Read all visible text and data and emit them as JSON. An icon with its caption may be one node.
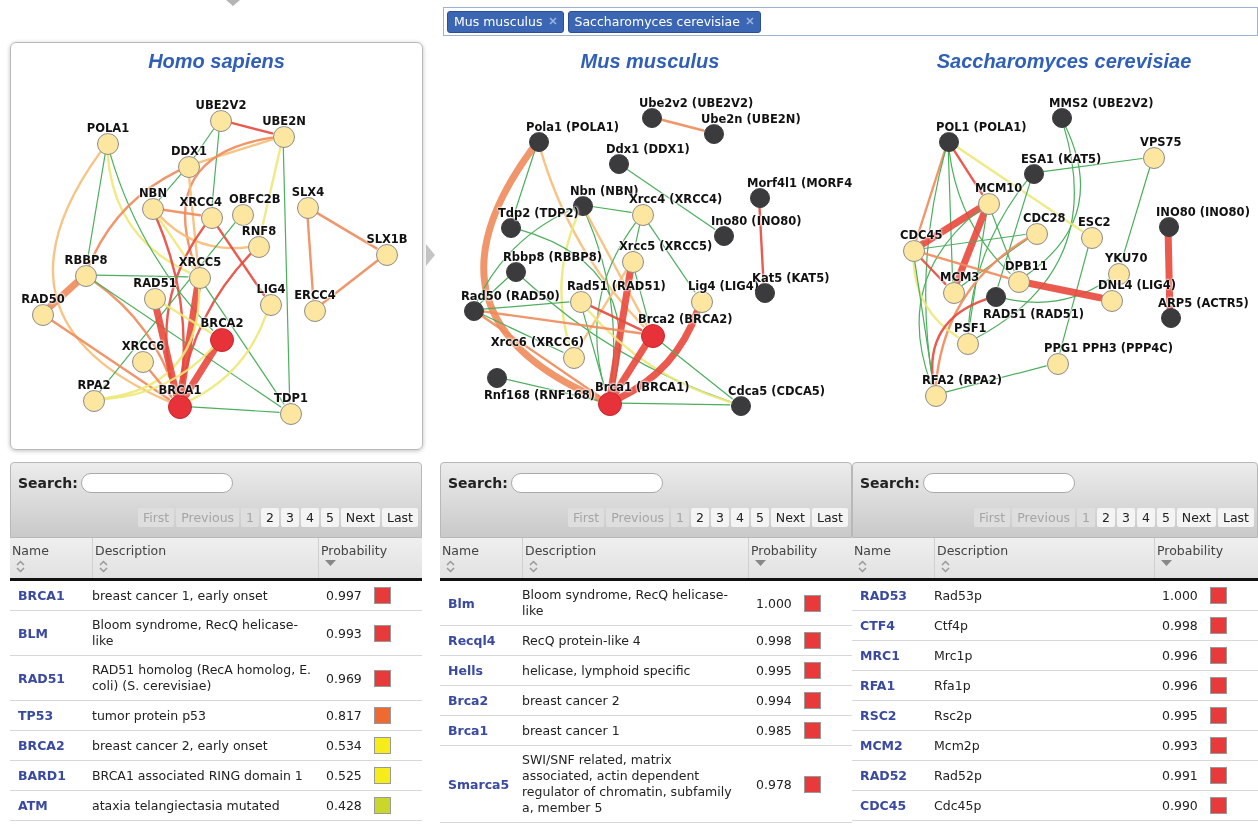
{
  "diagram": {
    "nodes": [
      {
        "text": [
          "Homo sapiens"
        ]
      },
      {
        "text": [
          "UBE2V2"
        ],
        "in": 0
      },
      {
        "text": [
          "UBE2N"
        ],
        "in": 0
      },
      {
        "text": [
          "POLA1"
        ],
        "in": 0
      },
      {
        "text": [
          "DDX1"
        ],
        "in": 0
      },
      {
        "text": [
          "NBN"
        ],
        "in": 0
      },
      {
        "text": [
          "XRCC4"
        ],
        "in": 0
      },
      {
        "text": [
          "OBFC2B"
        ],
        "in": 0
      },
      {
        "text": [
          "SLX4"
        ],
        "in": 0
      },
      {
        "text": [
          "RNF8"
        ],
        "in": 0
      },
      {
        "text": [
          "SLX1B"
        ],
        "in": 0
      },
      {
        "text": [
          "RBBP8"
        ],
        "in": 0
      },
      {
        "text": [
          "XRCC5"
        ],
        "in": 0
      },
      {
        "text": [
          "RAD51"
        ],
        "in": 0
      },
      {
        "text": [
          "LIG4"
        ],
        "in": 0
      },
      {
        "text": [
          "RAD50"
        ],
        "in": 0
      },
      {
        "text": [
          "ERCC4"
        ],
        "in": 0
      },
      {
        "text": [
          "BRCA2"
        ],
        "in": 0
      },
      {
        "text": [
          "XRCC6"
        ],
        "in": 0
      },
      {
        "text": [
          "RPA2"
        ],
        "in": 0
      },
      {
        "text": [
          "BRCA1"
        ],
        "in": 0
      },
      {
        "text": [
          "TDP1"
        ],
        "in": 0
      },
      {
        "text": [
          "Mus musculus"
        ]
      },
      {
        "text": [
          "Ube2v2 (UBE2V2)"
        ],
        "in": 22
      },
      {
        "text": [
          "Ube2n (UBE2N)"
        ],
        "in": 22
      },
      {
        "text": [
          "Pola1 (POLA1)"
        ],
        "in": 22
      },
      {
        "text": [
          "Ddx1 (DDX1)"
        ],
        "in": 22
      },
      {
        "text": [
          "Morf4l1 (MORF4"
        ],
        "in": 22
      },
      {
        "text": [
          "Nbn (NBN)"
        ],
        "in": 22
      },
      {
        "text": [
          "Xrcc4 (XRCC4)"
        ],
        "in": 22
      },
      {
        "text": [
          "Tdp2 (TDP2)"
        ],
        "in": 22
      },
      {
        "text": [
          "Ino80 (INO80)"
        ],
        "in": 22
      },
      {
        "text": [
          "Rbbp8 (RBBP8)"
        ],
        "in": 22
      },
      {
        "text": [
          "Xrcc5 (XRCC5)"
        ],
        "in": 22
      },
      {
        "text": [
          "Rad51 (RAD51)"
        ],
        "in": 22
      },
      {
        "text": [
          "Lig4 (LIG4)"
        ],
        "in": 22
      },
      {
        "text": [
          "Kat5 (KAT5)"
        ],
        "in": 22
      },
      {
        "text": [
          "Rad50 (RAD50)"
        ],
        "in": 22
      },
      {
        "text": [
          "Brca2 (BRCA2)"
        ],
        "in": 22
      },
      {
        "text": [
          "Xrcc6 (XRCC6)"
        ],
        "in": 22
      },
      {
        "text": [
          "Rnf168 (RNF168)"
        ],
        "in": 22
      },
      {
        "text": [
          "Brca1 (BRCA1)"
        ],
        "in": 22
      },
      {
        "text": [
          "Cdca5 (CDCA5)"
        ],
        "in": 22
      },
      {
        "text": [
          "Saccharomyces cerevisiae"
        ]
      },
      {
        "text": [
          "MMS2 (UBE2V2)"
        ],
        "in": 43
      },
      {
        "text": [
          "POL1 (POLA1)"
        ],
        "in": 43
      },
      {
        "text": [
          "VPS75"
        ],
        "in": 43
      },
      {
        "text": [
          "ESA1 (KAT5)"
        ],
        "in": 43
      },
      {
        "text": [
          "MCM10"
        ],
        "in": 43
      },
      {
        "text": [
          "INO80 (INO80)"
        ],
        "in": 43
      },
      {
        "text": [
          "CDC28"
        ],
        "in": 43
      },
      {
        "text": [
          "ESC2"
        ],
        "in": 43
      },
      {
        "text": [
          "CDC45"
        ],
        "in": 43
      },
      {
        "text": [
          "YKU70"
        ],
        "in": 43
      },
      {
        "text": [
          "MCM3"
        ],
        "in": 43
      },
      {
        "text": [
          "RAD51 (RAD51)"
        ],
        "in": 43
      },
      {
        "text": [
          "DPB11"
        ],
        "in": 43
      },
      {
        "text": [
          "DNL4 (LIG4)"
        ],
        "in": 43
      },
      {
        "text": [
          "ARP5 (ACTR5)"
        ],
        "in": 43
      },
      {
        "text": [
          "PSF1"
        ],
        "in": 43
      },
      {
        "text": [
          "PPG1 PPH3 (PPP4C)"
        ],
        "in": 43
      },
      {
        "text": [
          "RFA2 (RPA2)"
        ],
        "in": 43
      }
    ],
    "edges": [
      {
        "from": 1,
        "to": 2,
        "arrow": "none",
        "color": "#e8483c"
      },
      {
        "from": 1,
        "to": 4,
        "arrow": "none"
      },
      {
        "from": 1,
        "to": 6,
        "arrow": "none"
      },
      {
        "from": 2,
        "to": 4,
        "arrow": "none",
        "color": "#f7be78"
      },
      {
        "from": 2,
        "to": 12,
        "arrow": "none",
        "color": "#f08a5a"
      },
      {
        "from": 2,
        "to": 9,
        "arrow": "none",
        "color": "#ede875"
      },
      {
        "from": 2,
        "to": 21,
        "arrow": "none"
      },
      {
        "from": 3,
        "to": 11,
        "arrow": "none"
      },
      {
        "from": 3,
        "to": 20,
        "arrow": "none",
        "color": "#f7be78"
      },
      {
        "from": 3,
        "to": 12,
        "arrow": "none",
        "color": "#ede875"
      },
      {
        "from": 3,
        "to": 17,
        "arrow": "none"
      },
      {
        "from": 4,
        "to": 11,
        "arrow": "none",
        "color": "#f08a5a"
      },
      {
        "from": 4,
        "to": 5,
        "arrow": "none"
      },
      {
        "from": 4,
        "to": 12,
        "arrow": "none",
        "color": "#f7be78"
      },
      {
        "from": 5,
        "to": 9,
        "arrow": "none",
        "color": "#f7be78"
      },
      {
        "from": 5,
        "to": 6,
        "arrow": "none",
        "color": "#f08a5a"
      },
      {
        "from": 5,
        "to": 20,
        "arrow": "none",
        "color": "#e8483c"
      },
      {
        "from": 5,
        "to": 12,
        "arrow": "none",
        "color": "#ede875"
      },
      {
        "from": 6,
        "to": 14,
        "arrow": "none",
        "color": "#e8483c"
      },
      {
        "from": 6,
        "to": 20,
        "arrow": "none",
        "color": "#e8483c"
      },
      {
        "from": 7,
        "to": 19,
        "arrow": "none"
      },
      {
        "from": 8,
        "to": 10,
        "arrow": "none",
        "color": "#f08a5a"
      },
      {
        "from": 8,
        "to": 16,
        "arrow": "none",
        "color": "#f08a5a"
      },
      {
        "from": 10,
        "to": 16,
        "arrow": "none",
        "color": "#f08a5a"
      },
      {
        "from": 9,
        "to": 20,
        "arrow": "none",
        "color": "#e8483c"
      },
      {
        "from": 11,
        "to": 12,
        "arrow": "none"
      },
      {
        "from": 11,
        "to": 20,
        "arrow": "none",
        "color": "#f08a5a"
      },
      {
        "from": 11,
        "to": 21,
        "arrow": "none"
      },
      {
        "from": 11,
        "to": 15,
        "arrow": "none",
        "color": "#f08a5a",
        "style": "thick"
      },
      {
        "from": 15,
        "to": 20,
        "arrow": "none",
        "color": "#f08a5a"
      },
      {
        "from": 12,
        "to": 20,
        "arrow": "none",
        "color": "#e8483c",
        "style": "thick"
      },
      {
        "from": 12,
        "to": 19,
        "arrow": "none",
        "color": "#ede875"
      },
      {
        "from": 12,
        "to": 21,
        "arrow": "none"
      },
      {
        "from": 13,
        "to": 20,
        "arrow": "none",
        "color": "#e8483c",
        "style": "thick"
      },
      {
        "from": 13,
        "to": 17,
        "arrow": "none",
        "color": "#ede875"
      },
      {
        "from": 14,
        "to": 20,
        "arrow": "none",
        "color": "#ede875"
      },
      {
        "from": 17,
        "to": 20,
        "arrow": "none",
        "color": "#e8483c",
        "style": "thick"
      },
      {
        "from": 17,
        "to": 19,
        "arrow": "none",
        "color": "#ede875"
      },
      {
        "from": 18,
        "to": 20,
        "arrow": "none",
        "color": "#f08a5a"
      },
      {
        "from": 20,
        "to": 21,
        "arrow": "none"
      },
      {
        "from": 23,
        "to": 24,
        "arrow": "none",
        "color": "#f08a5a"
      },
      {
        "from": 26,
        "to": 31,
        "arrow": "none"
      },
      {
        "from": 27,
        "to": 36,
        "arrow": "none",
        "color": "#e8483c"
      },
      {
        "from": 25,
        "to": 30,
        "arrow": "none"
      },
      {
        "from": 25,
        "to": 41,
        "arrow": "none",
        "color": "#f08a5a",
        "style": "thick"
      },
      {
        "from": 25,
        "to": 38,
        "arrow": "none",
        "color": "#f7be78"
      },
      {
        "from": 28,
        "to": 29,
        "arrow": "none"
      },
      {
        "from": 28,
        "to": 37,
        "arrow": "none"
      },
      {
        "from": 28,
        "to": 39,
        "arrow": "none",
        "color": "#ede875"
      },
      {
        "from": 28,
        "to": 41,
        "arrow": "none"
      },
      {
        "from": 28,
        "to": 38,
        "arrow": "none",
        "color": "#f7be78"
      },
      {
        "from": 29,
        "to": 33,
        "arrow": "none"
      },
      {
        "from": 29,
        "to": 35,
        "arrow": "none"
      },
      {
        "from": 29,
        "to": 41,
        "arrow": "none"
      },
      {
        "from": 32,
        "to": 37,
        "arrow": "none"
      },
      {
        "from": 32,
        "to": 42,
        "arrow": "none"
      },
      {
        "from": 30,
        "to": 41,
        "arrow": "none"
      },
      {
        "from": 33,
        "to": 41,
        "arrow": "none",
        "color": "#e8483c",
        "style": "thick"
      },
      {
        "from": 33,
        "to": 38,
        "arrow": "none"
      },
      {
        "from": 33,
        "to": 39,
        "arrow": "none",
        "color": "#f7be78"
      },
      {
        "from": 34,
        "to": 37,
        "arrow": "none"
      },
      {
        "from": 34,
        "to": 38,
        "arrow": "none",
        "color": "#e8483c"
      },
      {
        "from": 34,
        "to": 42,
        "arrow": "none",
        "color": "#ede875"
      },
      {
        "from": 34,
        "to": 41,
        "arrow": "none"
      },
      {
        "from": 35,
        "to": 41,
        "arrow": "none",
        "color": "#e8483c",
        "style": "thick"
      },
      {
        "from": 37,
        "to": 38,
        "arrow": "none",
        "color": "#f08a5a"
      },
      {
        "from": 37,
        "to": 41,
        "arrow": "none",
        "color": "#f08a5a"
      },
      {
        "from": 37,
        "to": 39,
        "arrow": "none"
      },
      {
        "from": 38,
        "to": 41,
        "arrow": "none",
        "color": "#e8483c",
        "style": "thick"
      },
      {
        "from": 40,
        "to": 41,
        "arrow": "none"
      },
      {
        "from": 41,
        "to": 42,
        "arrow": "none"
      },
      {
        "from": 38,
        "to": 42,
        "arrow": "none"
      },
      {
        "from": 44,
        "to": 56,
        "arrow": "none"
      },
      {
        "from": 44,
        "to": 59,
        "arrow": "none"
      },
      {
        "from": 45,
        "to": 52,
        "arrow": "none",
        "color": "#f08a5a"
      },
      {
        "from": 45,
        "to": 48,
        "arrow": "none",
        "color": "#e8483c"
      },
      {
        "from": 45,
        "to": 51,
        "arrow": "none",
        "color": "#ede875"
      },
      {
        "from": 45,
        "to": 54,
        "arrow": "none"
      },
      {
        "from": 45,
        "to": 56,
        "arrow": "none"
      },
      {
        "from": 45,
        "to": 61,
        "arrow": "none"
      },
      {
        "from": 46,
        "to": 47,
        "arrow": "none"
      },
      {
        "from": 46,
        "to": 53,
        "arrow": "none"
      },
      {
        "from": 47,
        "to": 55,
        "arrow": "none"
      },
      {
        "from": 47,
        "to": 59,
        "arrow": "none"
      },
      {
        "from": 48,
        "to": 52,
        "arrow": "none",
        "color": "#e8483c",
        "style": "thick"
      },
      {
        "from": 48,
        "to": 54,
        "arrow": "none",
        "color": "#e8483c",
        "style": "thick"
      },
      {
        "from": 48,
        "to": 56,
        "arrow": "none"
      },
      {
        "from": 48,
        "to": 61,
        "arrow": "none"
      },
      {
        "from": 48,
        "to": 59,
        "arrow": "none"
      },
      {
        "from": 49,
        "to": 58,
        "arrow": "none",
        "color": "#e8483c",
        "style": "thick"
      },
      {
        "from": 50,
        "to": 52,
        "arrow": "none"
      },
      {
        "from": 50,
        "to": 54,
        "arrow": "none"
      },
      {
        "from": 50,
        "to": 61,
        "arrow": "none",
        "color": "#f08a5a"
      },
      {
        "from": 51,
        "to": 60,
        "arrow": "none"
      },
      {
        "from": 52,
        "to": 56,
        "arrow": "none",
        "color": "#f08a5a"
      },
      {
        "from": 52,
        "to": 59,
        "arrow": "none",
        "color": "#ede875"
      },
      {
        "from": 52,
        "to": 61,
        "arrow": "none"
      },
      {
        "from": 52,
        "to": 54,
        "arrow": "none",
        "color": "#e8483c"
      },
      {
        "from": 53,
        "to": 55,
        "arrow": "none"
      },
      {
        "from": 56,
        "to": 57,
        "arrow": "none",
        "color": "#e8483c",
        "style": "thick"
      },
      {
        "from": 55,
        "to": 61,
        "arrow": "none",
        "color": "#e8483c"
      },
      {
        "from": 60,
        "to": 61,
        "arrow": "none"
      }
    ],
    "labels": [
      "Mus musculus",
      "Saccharomyces cerevisiae",
      "Search:",
      "First",
      "Previous",
      "1",
      "2",
      "3",
      "4",
      "5",
      "Next",
      "Last",
      "Name",
      "Description",
      "Probability",
      "BRCA1",
      "breast cancer 1, early onset",
      "0.997",
      "BLM",
      "Bloom syndrome, RecQ helicase-like",
      "0.993",
      "RAD51",
      "RAD51 homolog (RecA homolog, E. coli) (S. cerevisiae)",
      "0.969",
      "TP53",
      "tumor protein p53",
      "0.817",
      "BRCA2",
      "breast cancer 2, early onset",
      "0.534",
      "BARD1",
      "BRCA1 associated RING domain 1",
      "0.525",
      "ATM",
      "ataxia telangiectasia mutated",
      "0.428",
      "Search:",
      "First",
      "Previous",
      "1",
      "2",
      "3",
      "4",
      "5",
      "Next",
      "Last",
      "Name",
      "Description",
      "Probability",
      "Blm",
      "Bloom syndrome, RecQ helicase-like",
      "1.000",
      "Recql4",
      "RecQ protein-like 4",
      "0.998",
      "Hells",
      "helicase, lymphoid specific",
      "0.995",
      "Brca2",
      "breast cancer 2",
      "0.994",
      "Brca1",
      "breast cancer 1",
      "0.985",
      "Smarca5",
      "SWI/SNF related, matrix associated, actin dependent regulator of chromatin, subfamily a, member 5",
      "0.978",
      "Search:",
      "First",
      "Previous",
      "1",
      "2",
      "3",
      "4",
      "5",
      "Next",
      "Last",
      "Name",
      "Description",
      "Probability",
      "RAD53",
      "Rad53p",
      "1.000",
      "CTF4",
      "Ctf4p",
      "0.998",
      "MRC1",
      "Mrc1p",
      "0.996",
      "RFA1",
      "Rfa1p",
      "0.996",
      "RSC2",
      "Rsc2p",
      "0.995",
      "MCM2",
      "Mcm2p",
      "0.993",
      "RAD52",
      "Rad52p",
      "0.991",
      "CDC45",
      "Cdc45p",
      "0.990"
    ]
  }
}
